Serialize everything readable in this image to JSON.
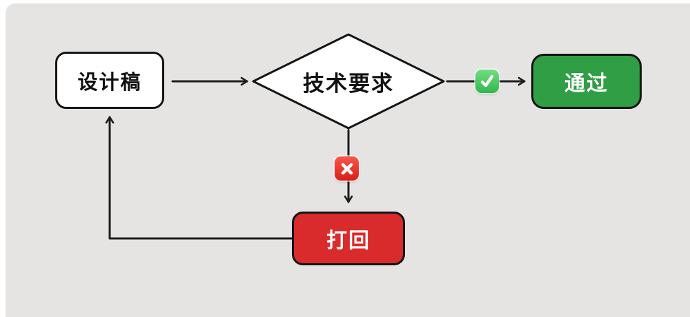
{
  "colors": {
    "page_background": "#ffffff",
    "canvas_background": "#e5e4e2",
    "line": "#1d1d1d",
    "node_border": "#141414",
    "pass_fill": "#2f9e44",
    "reject_fill": "#d92b2b",
    "check_badge_green": "#2eb84d",
    "cross_badge_red": "#dc1f16"
  },
  "nodes": {
    "design": {
      "label": "设计稿",
      "shape": "rounded-rectangle",
      "fill": "#ffffff",
      "text_color": "#111111"
    },
    "decision": {
      "label": "技术要求",
      "shape": "diamond",
      "fill": "#ffffff",
      "text_color": "#111111"
    },
    "pass": {
      "label": "通过",
      "shape": "rounded-rectangle",
      "fill": "#2f9e44",
      "text_color": "#ffffff"
    },
    "reject": {
      "label": "打回",
      "shape": "rounded-rectangle",
      "fill": "#d92b2b",
      "text_color": "#ffffff"
    }
  },
  "icons": {
    "check": {
      "name": "check-icon",
      "glyph": "✓",
      "badge_color": "#2eb84d"
    },
    "cross": {
      "name": "cross-icon",
      "glyph": "✕",
      "badge_color": "#dc1f16"
    }
  },
  "edges": [
    {
      "from": "设计稿",
      "to": "技术要求"
    },
    {
      "from": "技术要求",
      "to": "通过",
      "marker": "check-icon"
    },
    {
      "from": "技术要求",
      "to": "打回",
      "marker": "cross-icon"
    },
    {
      "from": "打回",
      "to": "设计稿"
    }
  ]
}
